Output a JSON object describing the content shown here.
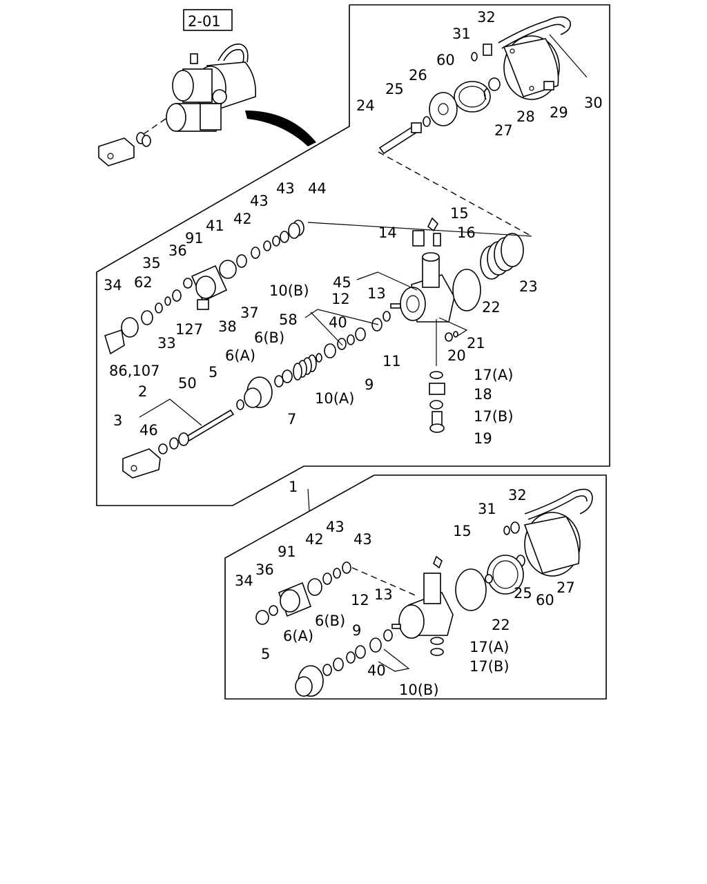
{
  "diagram": {
    "ref_box": "2-01",
    "labels": [
      "31",
      "32",
      "60",
      "26",
      "25",
      "24",
      "28",
      "27",
      "29",
      "30",
      "44",
      "43",
      "43",
      "42",
      "41",
      "91",
      "36",
      "35",
      "62",
      "34",
      "33",
      "127",
      "37",
      "38",
      "86,107",
      "15",
      "14",
      "16",
      "45",
      "13",
      "23",
      "22",
      "10(B)",
      "12",
      "40",
      "58",
      "6(B)",
      "11",
      "21",
      "20",
      "6(A)",
      "5",
      "9",
      "10(A)",
      "17(A)",
      "18",
      "2",
      "50",
      "7",
      "17(B)",
      "19",
      "3",
      "46",
      "1",
      "32",
      "31",
      "15",
      "43",
      "42",
      "43",
      "91",
      "36",
      "34",
      "13",
      "12",
      "6(B)",
      "9",
      "6(A)",
      "5",
      "40",
      "10(B)",
      "22",
      "25",
      "60",
      "27",
      "17(A)",
      "17(B)"
    ]
  }
}
